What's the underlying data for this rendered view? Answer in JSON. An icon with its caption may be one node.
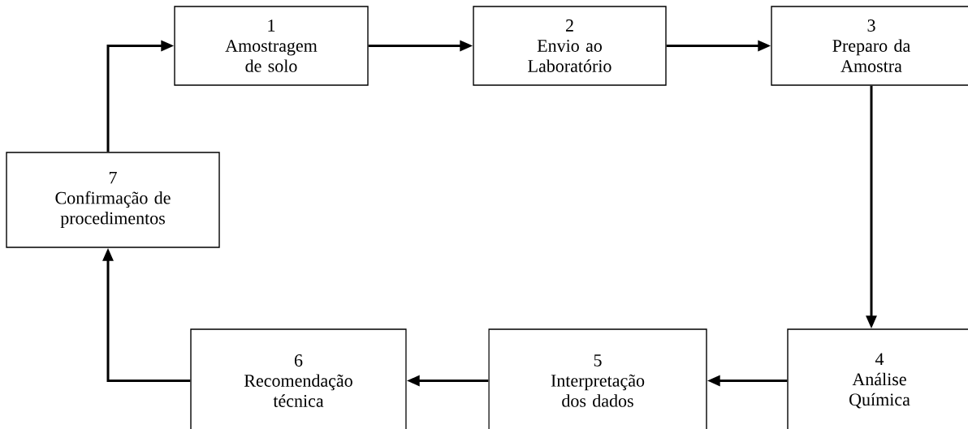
{
  "diagram": {
    "nodes": [
      {
        "text": [
          "1",
          "Amostragem de solo"
        ]
      },
      {
        "text": [
          "2",
          "Envio ao Laboratório"
        ]
      },
      {
        "text": [
          "3",
          "Preparo da Amostra"
        ]
      },
      {
        "text": [
          "4",
          "Análise Química"
        ]
      },
      {
        "text": [
          "5",
          "Interpretação dos dados"
        ]
      },
      {
        "text": [
          "6",
          "Recomendação técnica"
        ]
      },
      {
        "text": [
          "7",
          "Confirmação de procedimentos"
        ]
      }
    ],
    "edges": [
      {
        "from": 0,
        "to": 1,
        "arrow": "to"
      },
      {
        "from": 1,
        "to": 2,
        "arrow": "to"
      },
      {
        "from": 2,
        "to": 3,
        "arrow": "to"
      },
      {
        "from": 3,
        "to": 4,
        "arrow": "to"
      },
      {
        "from": 4,
        "to": 5,
        "arrow": "to"
      },
      {
        "from": 5,
        "to": 6,
        "arrow": "to"
      },
      {
        "from": 6,
        "to": 0,
        "arrow": "to"
      }
    ]
  }
}
